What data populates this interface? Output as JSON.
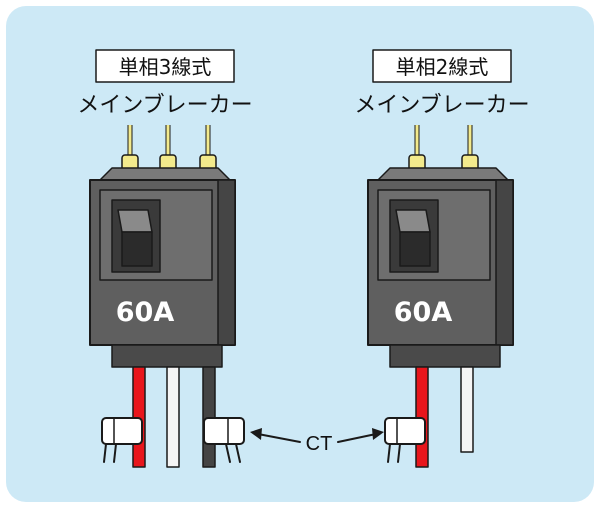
{
  "left_breaker": {
    "type_label": "単相3線式",
    "name_label": "メインブレーカー",
    "rating": "60A",
    "bottom_wire_colors": [
      "#e8161c",
      "#f5f5f5",
      "#444444"
    ]
  },
  "right_breaker": {
    "type_label": "単相2線式",
    "name_label": "メインブレーカー",
    "rating": "60A",
    "bottom_wire_colors": [
      "#e8161c",
      "#f5f5f5"
    ]
  },
  "ct_label": "CT",
  "colors": {
    "background_panel": "#cde9f6",
    "breaker_body": "#5f5f5f",
    "breaker_dark": "#3a3a3a",
    "top_wire_yellow": "#f3ea8c"
  }
}
